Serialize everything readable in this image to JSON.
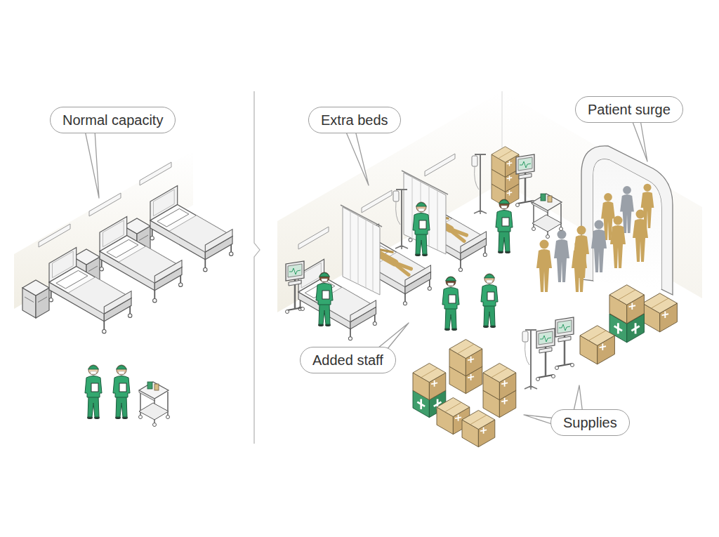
{
  "diagram": {
    "nodes": [
      {
        "text": [
          "Normal capacity"
        ]
      },
      {
        "text": [
          "Extra beds"
        ]
      },
      {
        "text": [
          "Patient surge"
        ]
      },
      {
        "text": [
          "Added staff"
        ]
      },
      {
        "text": [
          "Supplies"
        ]
      }
    ]
  }
}
